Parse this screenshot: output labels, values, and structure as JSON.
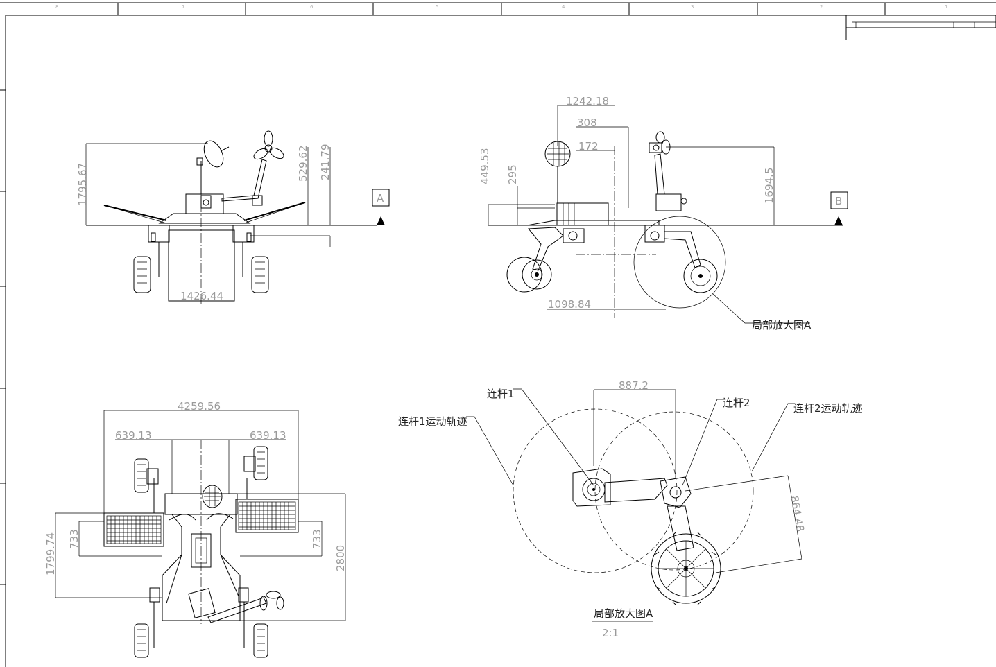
{
  "border_numbers": [
    "8",
    "7",
    "6",
    "5",
    "4",
    "3",
    "2",
    "1"
  ],
  "front_view": {
    "dims": {
      "height_total": "1795.67",
      "arm_height": "529.62",
      "mast_height": "241.79",
      "track_width": "1426.44"
    },
    "section_marker": "A"
  },
  "side_view": {
    "dims": {
      "top_width": "1242.18",
      "d308": "308",
      "d172": "172",
      "left_height": "449.53",
      "d295": "295",
      "right_height": "1694.5",
      "wheelbase": "1098.84"
    },
    "section_marker": "B",
    "detail_callout": "局部放大图A"
  },
  "top_view": {
    "dims": {
      "overall_width": "4259.56",
      "left_offset": "639.13",
      "right_offset": "639.13",
      "left_height": "1799.74",
      "left_panel": "733",
      "right_panel": "733",
      "length": "2800"
    }
  },
  "detail_view": {
    "dims": {
      "horizontal": "887.2",
      "diagonal": "864.48"
    },
    "labels": {
      "link1": "连杆1",
      "link2": "连杆2",
      "link1_track": "连杆1运动轨迹",
      "link2_track": "连杆2运动轨迹"
    },
    "title": "局部放大图A",
    "scale": "2:1"
  }
}
